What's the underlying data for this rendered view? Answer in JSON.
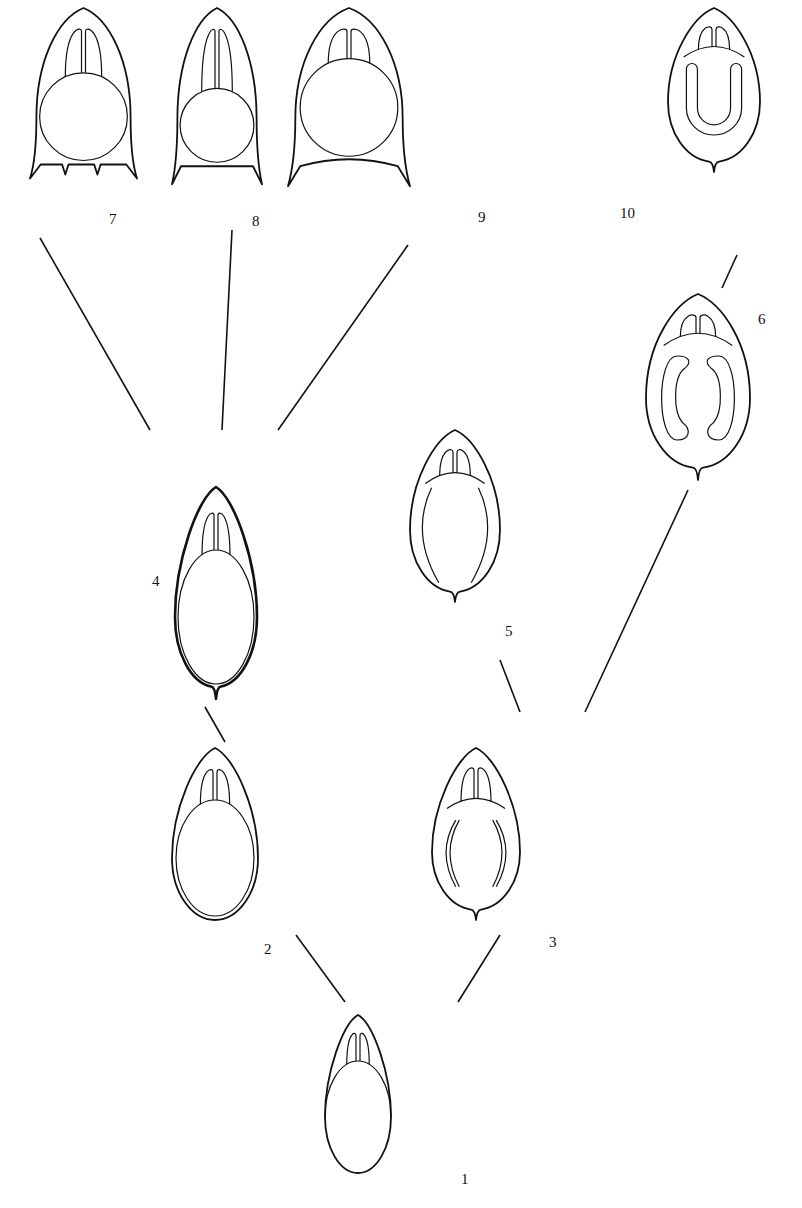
{
  "diagram": {
    "nodes": [
      {
        "text": [
          "7"
        ]
      },
      {
        "text": [
          "8"
        ]
      },
      {
        "text": [
          "9"
        ]
      },
      {
        "text": [
          "10"
        ]
      },
      {
        "text": [
          "6"
        ]
      },
      {
        "text": [
          "4"
        ]
      },
      {
        "text": [
          "5"
        ]
      },
      {
        "text": [
          "2"
        ]
      },
      {
        "text": [
          "3"
        ]
      },
      {
        "text": [
          "1"
        ]
      }
    ],
    "edges": [
      {
        "from": 9,
        "to": 7,
        "arrow": "none"
      },
      {
        "from": 9,
        "to": 8,
        "arrow": "none"
      },
      {
        "from": 7,
        "to": 5,
        "arrow": "none"
      },
      {
        "from": 8,
        "to": 6,
        "arrow": "none"
      },
      {
        "from": 8,
        "to": 4,
        "arrow": "none"
      },
      {
        "from": 5,
        "to": 0,
        "arrow": "none"
      },
      {
        "from": 5,
        "to": 1,
        "arrow": "none"
      },
      {
        "from": 5,
        "to": 2,
        "arrow": "none"
      },
      {
        "from": 4,
        "to": 3,
        "arrow": "none"
      }
    ]
  }
}
